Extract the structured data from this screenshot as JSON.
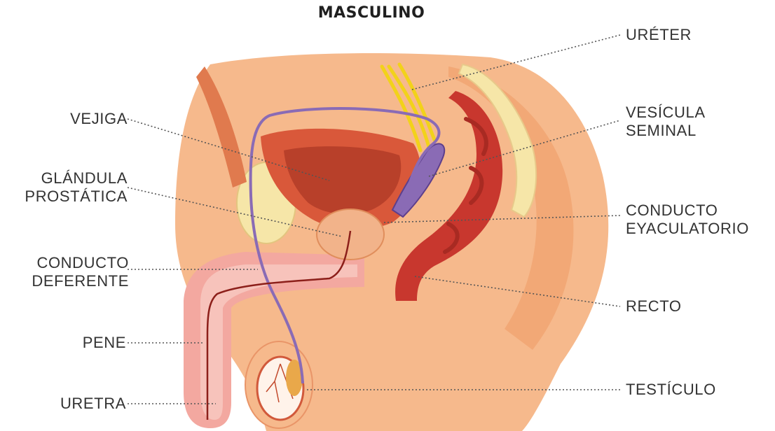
{
  "title": "MASCULINO",
  "labels": {
    "ureter": [
      "URÉTER"
    ],
    "vejiga": [
      "VEJIGA"
    ],
    "vesicula": [
      "VESÍCULA",
      "SEMINAL"
    ],
    "prostata": [
      "GLÁNDULA",
      "PROSTÁTICA"
    ],
    "eyaculatorio": [
      "CONDUCTO",
      "EYACULATORIO"
    ],
    "deferente": [
      "CONDUCTO",
      "DEFERENTE"
    ],
    "recto": [
      "RECTO"
    ],
    "pene": [
      "PENE"
    ],
    "testiculo": [
      "TESTÍCULO"
    ],
    "uretra": [
      "URETRA"
    ]
  },
  "colors": {
    "skin": "#f6b98c",
    "skin_shadow": "#ee9a64",
    "muscle": "#d9583a",
    "bladder_inner": "#b8402a",
    "rectum": "#c8372e",
    "ureter": "#f2d21a",
    "vas": "#8a6bb5",
    "vas_dark": "#5d3f8c",
    "bone": "#f6e6a8",
    "leader": "#555555"
  }
}
